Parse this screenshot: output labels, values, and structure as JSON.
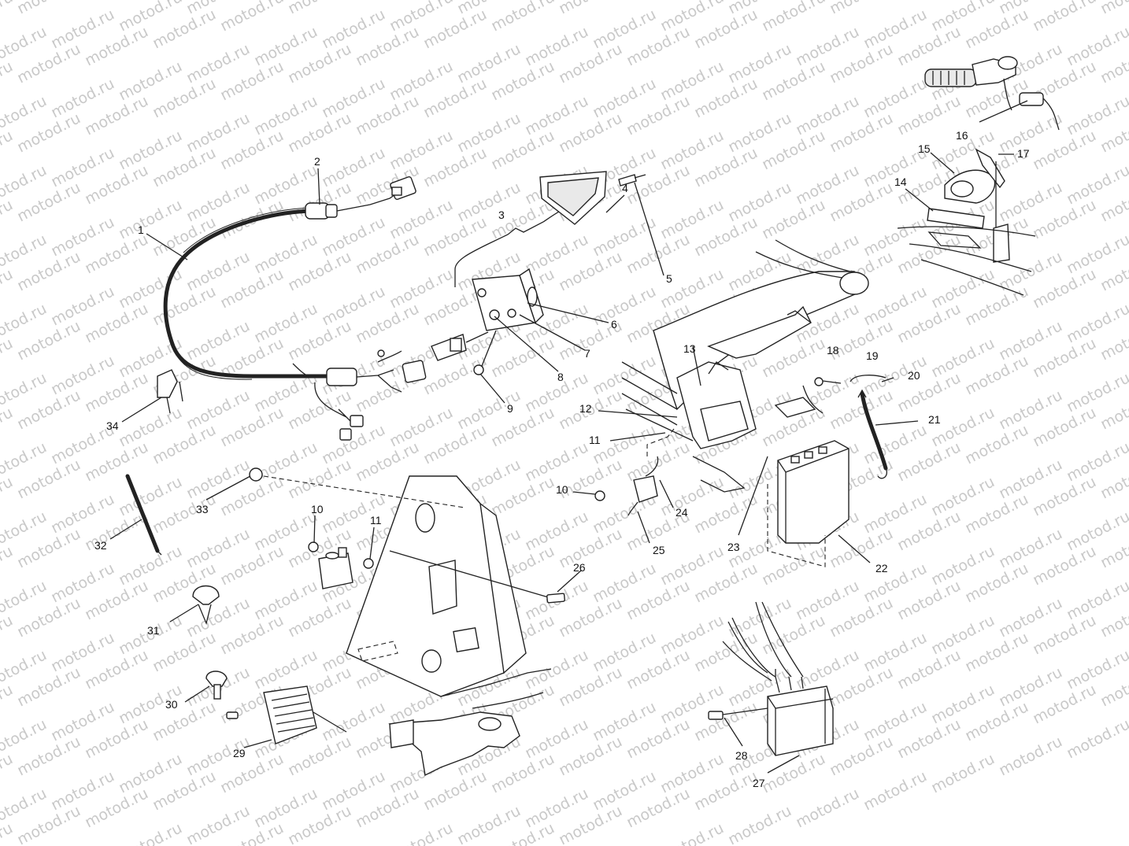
{
  "watermark": "motod.ru",
  "callouts": [
    "1",
    "2",
    "3",
    "4",
    "5",
    "6",
    "7",
    "8",
    "9",
    "10",
    "11",
    "12",
    "13",
    "14",
    "15",
    "16",
    "17",
    "18",
    "19",
    "20",
    "21",
    "22",
    "23",
    "24",
    "25",
    "26",
    "27",
    "28",
    "29",
    "30",
    "31",
    "32",
    "33",
    "34"
  ],
  "callout_labels": {
    "c1": "1",
    "c2": "2",
    "c3": "3",
    "c4": "4",
    "c5": "5",
    "c6": "6",
    "c7": "7",
    "c8": "8",
    "c9": "9",
    "c10a": "10",
    "c10b": "10",
    "c11a": "11",
    "c11b": "11",
    "c12": "12",
    "c13": "13",
    "c14": "14",
    "c15": "15",
    "c16": "16",
    "c17": "17",
    "c18": "18",
    "c19": "19",
    "c20": "20",
    "c21": "21",
    "c22": "22",
    "c23": "23",
    "c24": "24",
    "c25": "25",
    "c26": "26",
    "c27": "27",
    "c28": "28",
    "c29": "29",
    "c30": "30",
    "c31": "31",
    "c32": "32",
    "c33": "33",
    "c34": "34"
  }
}
